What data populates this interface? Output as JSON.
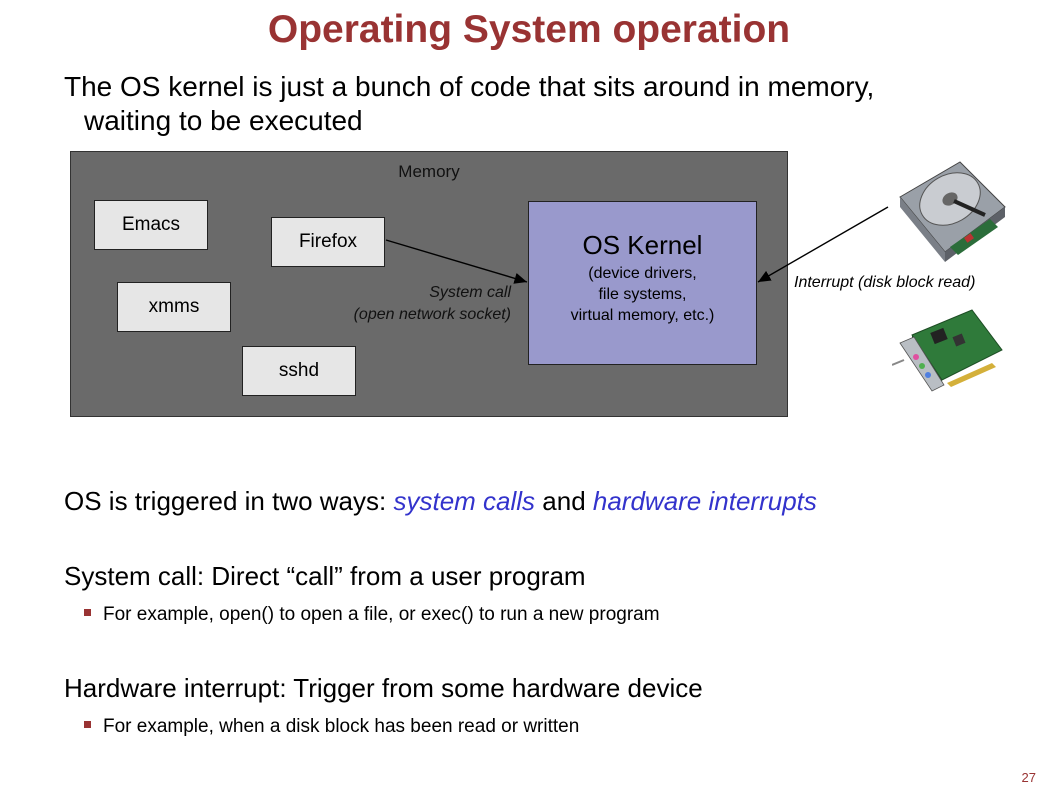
{
  "title": "Operating System operation",
  "intro": {
    "line1": "The OS kernel is just a bunch of code that sits around in memory,",
    "line2": "waiting to be executed"
  },
  "diagram": {
    "memory_label": "Memory",
    "processes": [
      "Emacs",
      "Firefox",
      "xmms",
      "sshd"
    ],
    "kernel": {
      "title": "OS Kernel",
      "lines": [
        "(device drivers,",
        "file systems,",
        "virtual memory, etc.)"
      ]
    },
    "syscall_label": [
      "System call",
      "(open network socket)"
    ],
    "interrupt_label": "Interrupt (disk block read)"
  },
  "trigger": {
    "prefix": "OS is triggered in two ways: ",
    "syscalls": "system calls",
    "and": " and ",
    "interrupts": "hardware interrupts"
  },
  "syscall_section": {
    "heading": "System call: Direct “call” from a user program",
    "bullet": "For example, open() to open a file, or exec() to run a new program"
  },
  "interrupt_section": {
    "heading": "Hardware interrupt: Trigger from some hardware device",
    "bullet": "For example, when a disk block has been read or written"
  },
  "page_number": "27",
  "colors": {
    "title": "#993333",
    "accent": "#3333cc",
    "kernel": "#9999cc",
    "memory": "#6a6a6a"
  }
}
